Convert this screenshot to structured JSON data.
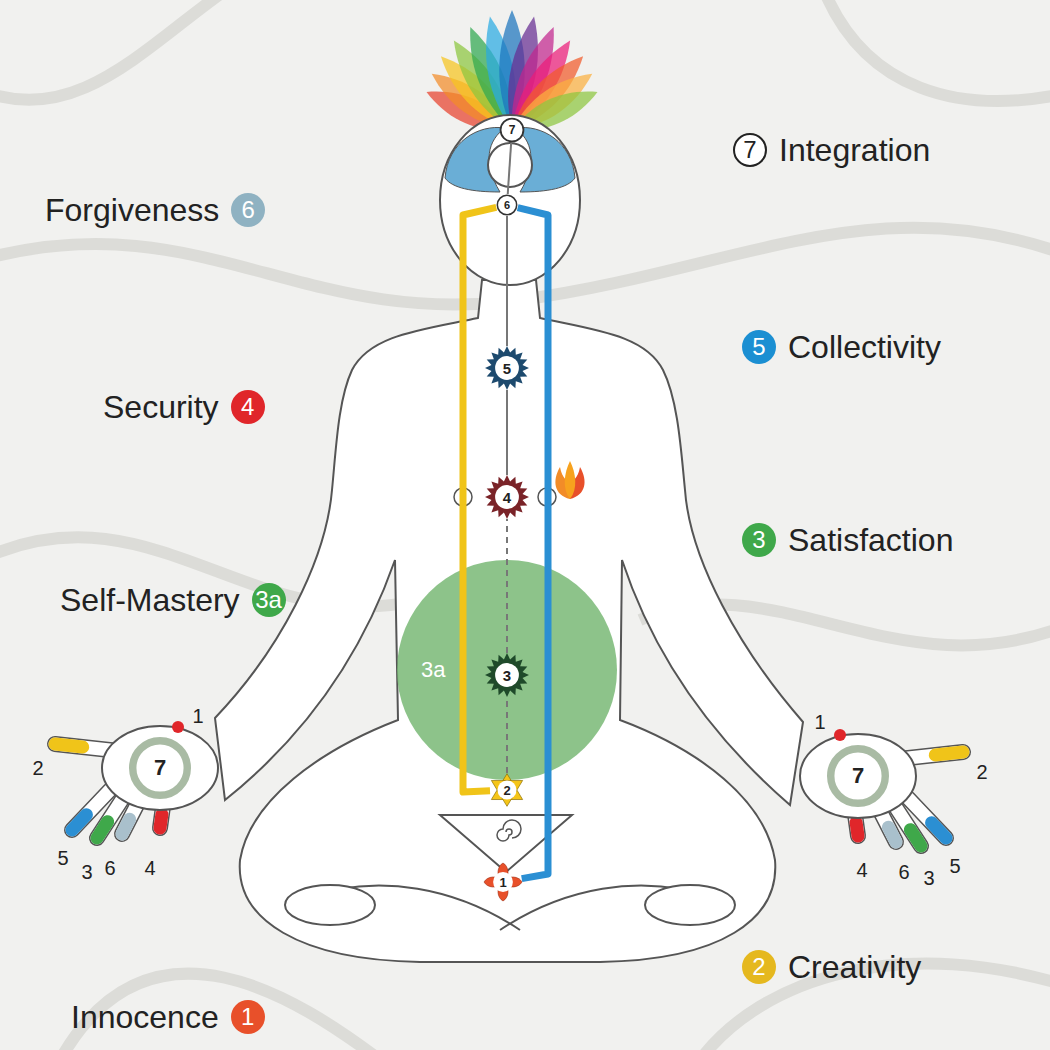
{
  "diagram": {
    "nodes": [
      {
        "text": [
          "7"
        ]
      },
      {
        "text": [
          "7",
          "Integration"
        ]
      },
      {
        "text": [
          "Forgiveness",
          "6"
        ]
      },
      {
        "text": [
          "6"
        ]
      },
      {
        "text": [
          "5",
          "Collectivity"
        ]
      },
      {
        "text": [
          "Security",
          "4"
        ]
      },
      {
        "text": [
          "5"
        ]
      },
      {
        "text": [
          "4"
        ]
      },
      {
        "text": [
          "3",
          "Satisfaction"
        ]
      },
      {
        "text": [
          "Self-Mastery",
          "3a"
        ]
      },
      {
        "text": [
          "3a"
        ]
      },
      {
        "text": [
          "3"
        ],
        "in": 10
      },
      {
        "text": [
          "7"
        ]
      },
      {
        "text": [
          "7"
        ]
      },
      {
        "text": [
          "2"
        ]
      },
      {
        "text": [
          "1"
        ]
      },
      {
        "text": [
          "2",
          "Creativity"
        ]
      },
      {
        "text": [
          "Innocence",
          "1"
        ]
      }
    ],
    "edges": [
      {
        "from": 14,
        "to": 3,
        "arrow": "none"
      },
      {
        "from": 15,
        "to": 3,
        "arrow": "none"
      },
      {
        "from": 14,
        "to": 11,
        "arrow": "none"
      },
      {
        "from": 11,
        "to": 7,
        "arrow": "none"
      },
      {
        "from": 7,
        "to": 6,
        "arrow": "none"
      },
      {
        "from": 6,
        "to": 3,
        "arrow": "none"
      },
      {
        "from": 3,
        "to": 0,
        "arrow": "none"
      }
    ],
    "labels": [
      "1",
      "2",
      "5",
      "3",
      "6",
      "4",
      "1",
      "2",
      "4",
      "6",
      "3",
      "5"
    ]
  }
}
